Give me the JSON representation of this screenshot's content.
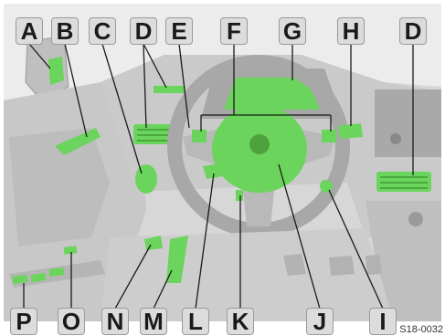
{
  "labels": {
    "top": [
      "A",
      "B",
      "C",
      "D",
      "E",
      "F",
      "G",
      "H",
      "D"
    ],
    "bottom": [
      "P",
      "O",
      "N",
      "M",
      "L",
      "K",
      "J",
      "I"
    ]
  },
  "figure_code": "S18-0032",
  "colors": {
    "highlight": "#6bd45c",
    "tag_bg": "#dcdcdc",
    "line": "#1a1a1a"
  }
}
